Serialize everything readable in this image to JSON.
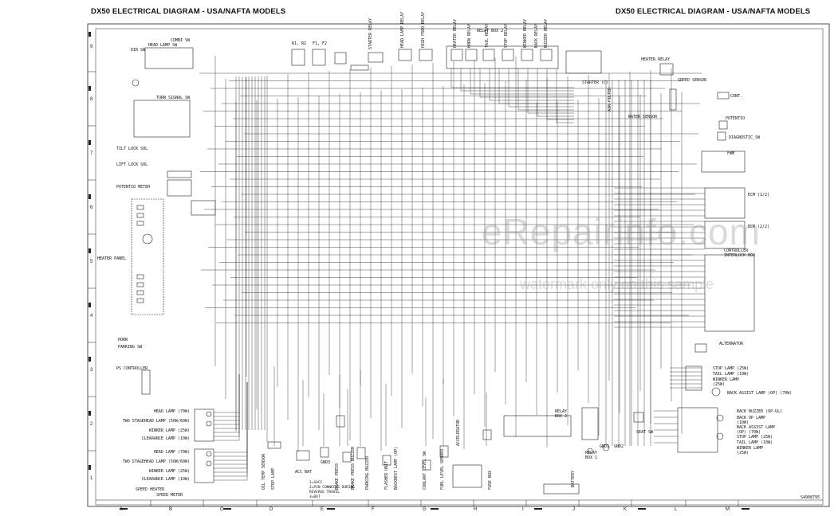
{
  "header": {
    "left_title": "DX50 ELECTRICAL DIAGRAM - USA/NAFTA MODELS",
    "right_title": "DX50 ELECTRICAL DIAGRAM - USA/NAFTA MODELS"
  },
  "watermark": {
    "line1": "eRepairinfo.com",
    "line2": "watermark only on this sample"
  },
  "drawing_number": "S4908795",
  "zones": {
    "columns": [
      "A",
      "B",
      "C",
      "D",
      "E",
      "F",
      "G",
      "H",
      "I",
      "J",
      "K",
      "L",
      "M"
    ],
    "rows": [
      "9",
      "8",
      "7",
      "6",
      "5",
      "4",
      "3",
      "2",
      "1"
    ]
  },
  "components": {
    "relay_box_2_top": "RELAY BOX 2",
    "r1_r2": "R1, R2",
    "f1_f2": "F1, F2",
    "combi_sw": "COMBI SW",
    "dir_sw": "DIR SW",
    "head_lamp_sw": "HEAD LAMP SW",
    "turn_signal_sw": "TURN SIGNAL SW",
    "tilt_lock_sol": "TILT LOCK SOL",
    "lift_lock_sol": "LIFT LOCK SOL",
    "potentio_meter": "POTENTIO METER",
    "heater_panel": "HEATER PANEL",
    "horn": "HORN",
    "parking_sw": "PARKING SW",
    "ps_controller": "PS CONTROLLER",
    "starter": "STARTER (C)",
    "air_filter": "AIR FILTER",
    "water_sensor": "WATER SENSOR",
    "heater_relay": "HEATER RELAY",
    "spd_sensor": "SPEED SENSOR",
    "cont": "CONT.",
    "potentio": "POTENTIO",
    "diagnostic_sw": "DIAGNOSTIC_SW",
    "fwm": "FWM",
    "ecm1": "ECM (1/2)",
    "ecm2": "ECM (2/2)",
    "controller_interlock_box": "CONTROLLER INTERLOCK BOX",
    "alternator": "ALTERNATOR",
    "stop_lamp_r": "STOP LAMP (25W)",
    "tail_lamp_r": "TAIL LAMP (10W)",
    "winker_lamp_r": "WINKER LAMP (25W)",
    "back_assist_lamp": "BACK ASSIST LAMP (OP) (70W)",
    "back_buzzer": "BACK BUZZER (OP-UL)",
    "back_up_lamp": "BACK UP LAMP (10W)",
    "back_assist_lamp_2": "BACK ASSIST LAMP (OP) (70W)",
    "stop_lamp_2": "STOP LAMP (25W)",
    "tail_lamp_2": "TAIL LAMP (10W)",
    "winker_lamp_2": "WINKER LAMP (25W)",
    "seat_sw": "SEAT SW",
    "relay_box_1": "RELAY BOX 1",
    "relay_box_2": "RELAY BOX 2",
    "battery": "BATTERY",
    "gnd1": "GND1",
    "gnd2": "GND2",
    "gnd3": "GND3",
    "acc_bat": "ACC BAT",
    "head_lamp_1": "HEAD LAMP (70W)",
    "two_stagehead_1": "TWO STAGEHEAD LAMP (50W/60W)",
    "winker_lamp_1": "WINKER LAMP (25W)",
    "clearance_lamp_1": "CLEARANCE LAMP (10W)",
    "head_lamp_2": "HEAD LAMP (70W)",
    "two_stagehead_2": "TWO STAGEHEAD LAMP (50W/60W)",
    "winker_lamp_2l": "WINKER LAMP (25W)",
    "clearance_lamp_2": "CLEARANCE LAMP (10W)",
    "speed_heater": "SPEED HEATER",
    "speed_meter": "SPEED METER",
    "oil_temp_sensor": "OIL TEMP SENSOR",
    "step_lamp": "STEP LAMP",
    "brake_press": "BRAKE PRESS",
    "brake_press_buzzer": "BRAKE PRESS BUZZER",
    "parking_buzzer": "PARKING BUZZER",
    "flasher_unit": "FLASHER UNIT",
    "backrest_lamp": "BACKREST LAMP (OP)",
    "coolant_level_sw": "COOLANT LEVEL SW",
    "fuel_level_sender": "FUEL LEVEL SENDER",
    "fuse_box": "FUSE BOX",
    "accelerator": "ACCELERATOR",
    "legend_1": "1=SACC",
    "legend_2": "2=PIN CONNECTS DURING REVERSE TRAVEL",
    "legend_3": "3=BAT",
    "relay_names": [
      "STARTER RELAY",
      "HEAD LAMP RELAY",
      "HIGH FREQ RELAY",
      "HEATER RELAY",
      "HORN RELAY",
      "TAIL RELAY",
      "STOP RELAY",
      "WINKER RELAY",
      "BACK RELAY",
      "BUZZER RELAY"
    ]
  }
}
